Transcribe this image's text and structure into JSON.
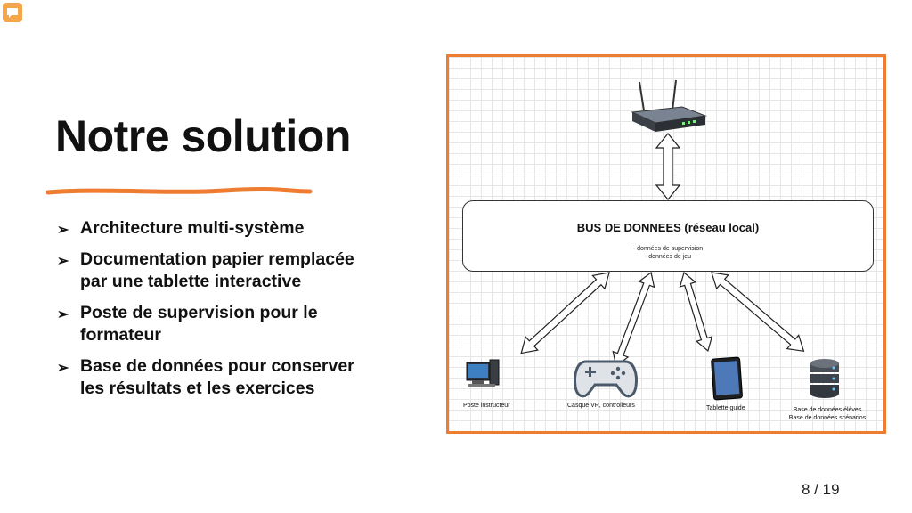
{
  "slide": {
    "title": "Notre solution",
    "accent_color": "#ef7d31",
    "bullets": [
      "Architecture multi-système",
      "Documentation papier remplacée par une tablette interactive",
      "Poste de supervision pour le formateur",
      "Base de données pour conserver les résultats et les exercices"
    ],
    "page_number": "8 / 19"
  },
  "diagram": {
    "bus_title": "BUS DE DONNEES (réseau local)",
    "bus_lines": [
      "- données de supervision",
      "- données de jeu"
    ],
    "devices": {
      "router": "router-icon",
      "pc": "Poste instructeur",
      "vr": "Casque VR, controlleurs",
      "tablet": "Tablette guide",
      "db_line1": "Base de données élèves",
      "db_line2": "Base de données scénarios"
    }
  }
}
